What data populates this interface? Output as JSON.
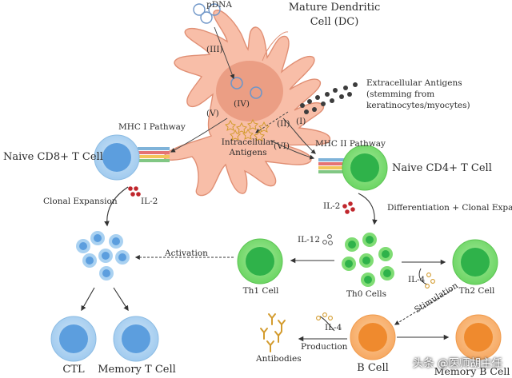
{
  "dendritic_cell": {
    "title_line1": "Mature Dendritic",
    "title_line2": "Cell (DC)"
  },
  "pdna": "pDNA",
  "pathway_roman": {
    "iii": "(III)",
    "iv": "(IV)",
    "v": "(V)",
    "ii": "(II)",
    "i": "(I)",
    "vi": "(VI)"
  },
  "antigens": {
    "extracellular_line1": "Extracellular Antigens",
    "extracellular_line2": "(stemming from",
    "extracellular_line3": "keratinocytes/myocytes)",
    "intracellular_line1": "Intracellular",
    "intracellular_line2": "Antigens"
  },
  "pathways": {
    "mhc1": "MHC I Pathway",
    "mhc2": "MHC II Pathway"
  },
  "cells": {
    "naive_cd8": "Naive CD8+ T Cell",
    "naive_cd4": "Naive CD4+ T Cell",
    "th1": "Th1 Cell",
    "th0": "Th0 Cells",
    "th2": "Th2 Cell",
    "ctl": "CTL",
    "memory_t": "Memory T Cell",
    "b_cell": "B Cell",
    "memory_b": "Memory B Cell",
    "antibodies": "Antibodies"
  },
  "processes": {
    "clonal_expansion": "Clonal Expansion",
    "differentiation": "Differentiation + Clonal Expansion",
    "activation": "Activation",
    "stimulation": "Stimulation",
    "production": "Production"
  },
  "cytokines": {
    "il2_left": "IL-2",
    "il2_right": "IL-2",
    "il12": "IL-12",
    "il4_th2": "IL-4",
    "il4_b": "IL-4"
  },
  "watermark": "头条 @医师胡主任",
  "colors": {
    "dc_fill": "#f8bea8",
    "dc_stroke": "#e08f74",
    "nucleus": "#e99a80",
    "blue_outer": "#a9d1f1",
    "blue_inner": "#5c9ede",
    "green_outer": "#7fdc74",
    "green_inner": "#2fb24a",
    "orange_outer": "#f9b878",
    "orange_inner": "#ef8a2e",
    "red_dot": "#c0262c",
    "gold": "#e1a94a",
    "dark_dot": "#3d3d3d"
  }
}
